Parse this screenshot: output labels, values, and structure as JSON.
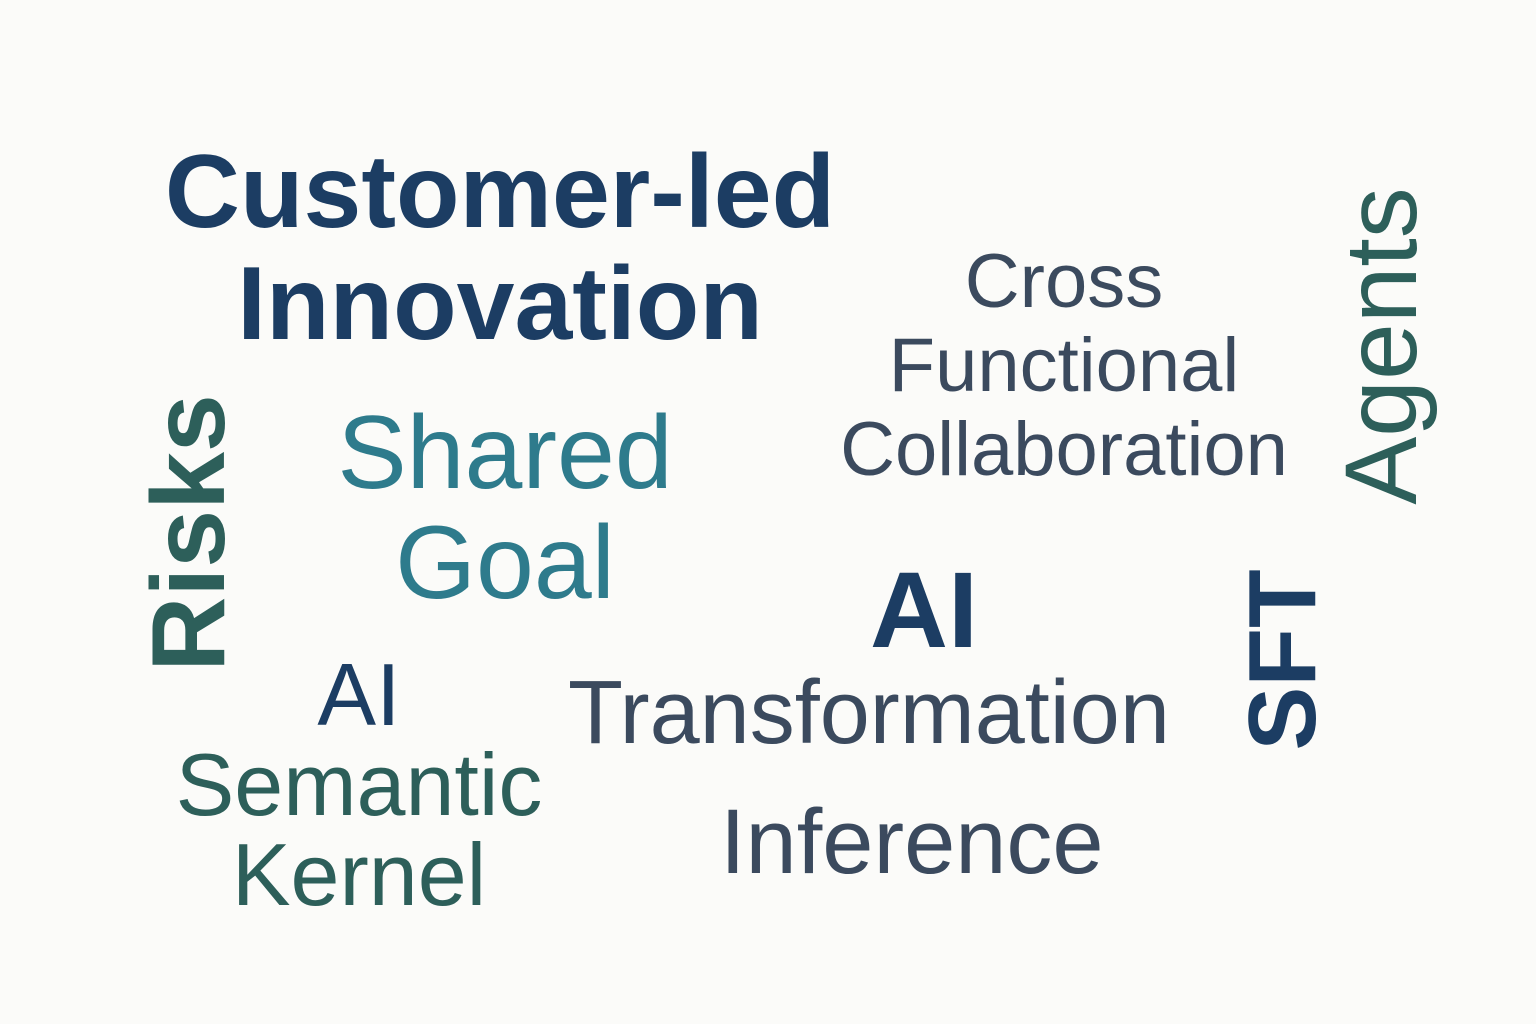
{
  "colors": {
    "background": "#fbfbf9",
    "navy": "#1c3d63",
    "slate": "#3b4a5e",
    "teal": "#2e7b8c",
    "green": "#2d5f5a"
  },
  "words": {
    "customer_led": "Customer-led",
    "innovation": "Innovation",
    "cross": "Cross",
    "functional": "Functional",
    "collaboration": "Collaboration",
    "agents": "Agents",
    "risks": "Risks",
    "shared": "Shared",
    "goal": "Goal",
    "ai_center": "AI",
    "sft": "SFT",
    "ai_left": "AI",
    "semantic": "Semantic",
    "kernel": "Kernel",
    "transformation": "Transformation",
    "inference": "Inference"
  }
}
